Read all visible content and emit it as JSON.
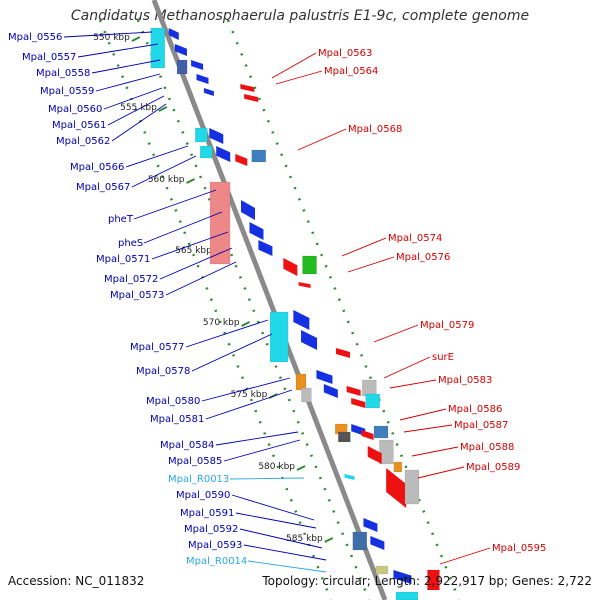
{
  "title": "Candidatus Methanosphaerula palustris E1-9c, complete genome",
  "accession": "Accession: NC_011832",
  "topology": "Topology: circular; Length: 2,922,917 bp; Genes: 2,722",
  "colors": {
    "backbone": "#8a8a8a",
    "tick_dots": "#2e8b2e",
    "left_label": "#0000b0",
    "left_label_rna": "#2aa8e0",
    "right_label": "#d40000",
    "gene_blue": "#1530e0",
    "gene_cyan": "#20d8e8",
    "gene_red": "#ee1111",
    "gene_pink": "#ee8888",
    "gene_green": "#22bb22",
    "gene_gray": "#bbbbbb"
  },
  "scale_labels": [
    "550 kbp",
    "555 kbp",
    "560 kbp",
    "565 kbp",
    "570 kbp",
    "575 kbp",
    "580 kbp",
    "585 kbp"
  ],
  "left_genes": [
    "Mpal_0556",
    "Mpal_0557",
    "Mpal_0558",
    "Mpal_0559",
    "Mpal_0560",
    "Mpal_0561",
    "Mpal_0562",
    "Mpal_0566",
    "Mpal_0567",
    "pheT",
    "pheS",
    "Mpal_0571",
    "Mpal_0572",
    "Mpal_0573",
    "Mpal_0577",
    "Mpal_0578",
    "Mpal_0580",
    "Mpal_0581",
    "Mpal_0584",
    "Mpal_0585",
    "Mpal_R0013",
    "Mpal_0590",
    "Mpal_0591",
    "Mpal_0592",
    "Mpal_0593",
    "Mpal_R0014"
  ],
  "right_genes": [
    "Mpal_0563",
    "Mpal_0564",
    "Mpal_0568",
    "Mpal_0574",
    "Mpal_0576",
    "Mpal_0579",
    "surE",
    "Mpal_0583",
    "Mpal_0586",
    "Mpal_0587",
    "Mpal_0588",
    "Mpal_0589",
    "Mpal_0595"
  ]
}
